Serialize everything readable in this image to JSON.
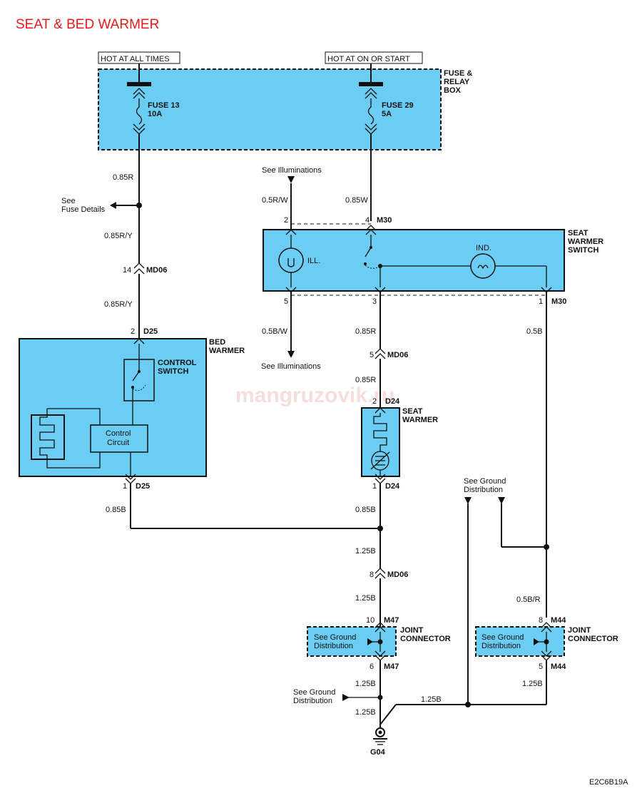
{
  "title": "SEAT & BED WARMER",
  "watermark": "mangruzovik.ru",
  "figure_code": "E2C6B19A",
  "power": {
    "hot_always": "HOT AT ALL TIMES",
    "hot_on_start": "HOT AT ON OR START"
  },
  "fuse_box": {
    "line1": "FUSE &",
    "line2": "RELAY",
    "line3": "BOX"
  },
  "fuse13": {
    "name": "FUSE 13",
    "rating": "10A"
  },
  "fuse29": {
    "name": "FUSE 29",
    "rating": "5A"
  },
  "refs": {
    "fuse_details_1": "See",
    "fuse_details_2": "Fuse Details",
    "illum_top": "See Illuminations",
    "illum_bottom": "See Illuminations",
    "gd1_line1": "See Ground",
    "gd1_line2": "Distribution",
    "gd2_line1": "See Ground",
    "gd2_line2": "Distribution",
    "gd3_line1": "See Ground",
    "gd3_line2": "Distribution",
    "gd4_line1": "See Ground",
    "gd4_line2": "Distribution"
  },
  "wires": {
    "w_085R": "0.85R",
    "w_085RY_a": "0.85R/Y",
    "w_085RY_b": "0.85R/Y",
    "w_05RW": "0.5R/W",
    "w_085W": "0.85W",
    "w_05BW": "0.5B/W",
    "w_085R_a": "0.85R",
    "w_085R_b": "0.85R",
    "w_05B": "0.5B",
    "w_085B_a": "0.85B",
    "w_085B_b": "0.85B",
    "w_125B_a": "1.25B",
    "w_125B_b": "1.25B",
    "w_125B_c": "1.25B",
    "w_125B_d": "1.25B",
    "w_125B_e": "1.25B",
    "w_125B_f": "1.25B",
    "w_05BR": "0.5B/R"
  },
  "pins": {
    "p14": "14",
    "md06_a": "MD06",
    "p2_d25": "2",
    "d25_a": "D25",
    "p2_m30": "2",
    "p4_m30": "4",
    "m30_a": "M30",
    "p5_m30": "5",
    "p3_m30": "3",
    "p1_m30": "1",
    "m30_b": "M30",
    "p5_md06": "5",
    "md06_b": "MD06",
    "p2_d24": "2",
    "d24_a": "D24",
    "p1_d25": "1",
    "d25_b": "D25",
    "p1_d24": "1",
    "d24_b": "D24",
    "p8_md06": "8",
    "md06_c": "MD06",
    "p10_m47": "10",
    "m47_a": "M47",
    "p6_m47": "6",
    "m47_b": "M47",
    "p8_m44": "8",
    "m44_a": "M44",
    "p5_m44": "5",
    "m44_b": "M44",
    "ground": "G04"
  },
  "components": {
    "seat_switch_1": "SEAT",
    "seat_switch_2": "WARMER",
    "seat_switch_3": "SWITCH",
    "ill": "ILL.",
    "ind": "IND.",
    "bed_warmer_1": "BED",
    "bed_warmer_2": "WARMER",
    "control_switch_1": "CONTROL",
    "control_switch_2": "SWITCH",
    "control_circuit_1": "Control",
    "control_circuit_2": "Circuit",
    "seat_warmer_1": "SEAT",
    "seat_warmer_2": "WARMER",
    "joint_1": "JOINT",
    "joint_2": "CONNECTOR",
    "joint2_1": "JOINT",
    "joint2_2": "CONNECTOR"
  }
}
